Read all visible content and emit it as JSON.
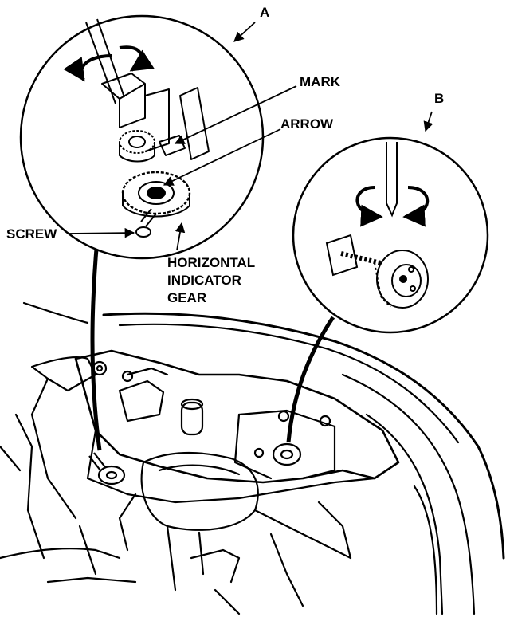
{
  "labels": {
    "callout_a": "A",
    "callout_b": "B",
    "mark": "MARK",
    "arrow": "ARROW",
    "screw": "SCREW",
    "horizontal_indicator_gear": [
      "HORIZONTAL",
      "INDICATOR",
      "GEAR"
    ]
  },
  "colors": {
    "ink": "#000000",
    "paper": "#ffffff"
  },
  "icons": [
    "rotation-arrow-icon",
    "screwdriver-icon",
    "adjuster-gear-icon"
  ]
}
